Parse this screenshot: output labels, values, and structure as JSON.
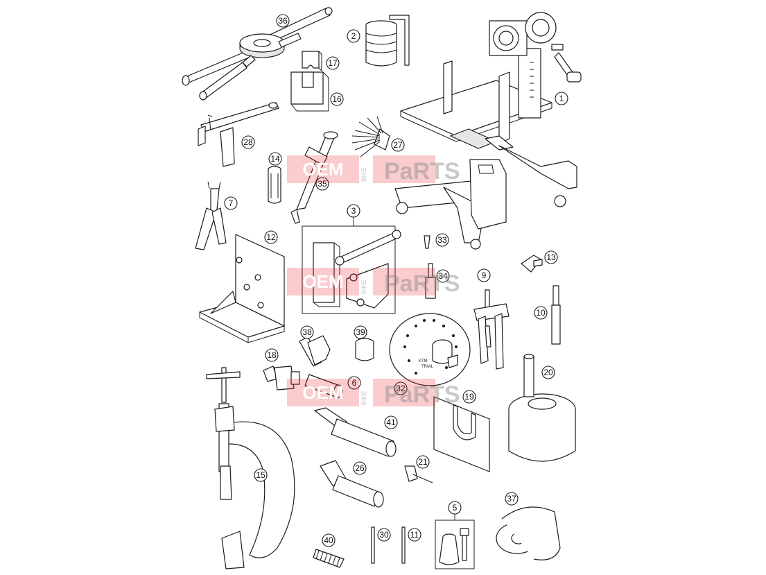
{
  "diagram": {
    "callouts": [
      {
        "label": "36"
      },
      {
        "label": "2"
      },
      {
        "label": "17"
      },
      {
        "label": "16"
      },
      {
        "label": "1"
      },
      {
        "label": "28"
      },
      {
        "label": "27"
      },
      {
        "label": "14"
      },
      {
        "label": "35"
      },
      {
        "label": "7"
      },
      {
        "label": "3"
      },
      {
        "label": "33"
      },
      {
        "label": "12"
      },
      {
        "label": "34"
      },
      {
        "label": "9"
      },
      {
        "label": "13"
      },
      {
        "label": "10"
      },
      {
        "label": "38"
      },
      {
        "label": "39"
      },
      {
        "label": "18"
      },
      {
        "label": "6"
      },
      {
        "label": "32"
      },
      {
        "label": "19"
      },
      {
        "label": "20"
      },
      {
        "label": "41"
      },
      {
        "label": "15"
      },
      {
        "label": "21"
      },
      {
        "label": "26"
      },
      {
        "label": "5"
      },
      {
        "label": "37"
      },
      {
        "label": "40"
      },
      {
        "label": "30"
      },
      {
        "label": "11"
      }
    ],
    "part_32_markings": [
      "KTM",
      "TRIAL"
    ]
  },
  "watermark": {
    "brand_left": "OEM",
    "brand_vertical": "BIKE",
    "brand_right": "PaRTS"
  }
}
